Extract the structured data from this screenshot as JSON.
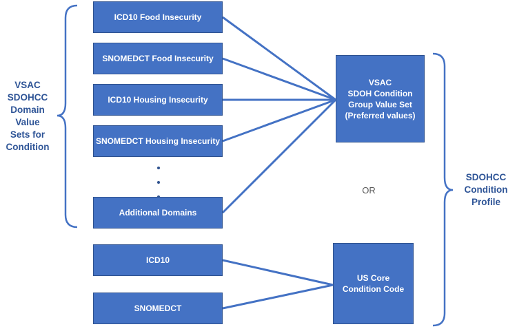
{
  "diagram": {
    "left_label": "VSAC\nSDOHCC\nDomain\nValue\nSets for\nCondition",
    "right_label": "SDOHCC\nCondition\nProfile",
    "or_label": "OR",
    "boxes": {
      "icd10_food": "ICD10 Food Insecurity",
      "snomed_food": "SNOMEDCT Food Insecurity",
      "icd10_housing": "ICD10 Housing Insecurity",
      "snomed_housing": "SNOMEDCT Housing Insecurity",
      "additional": "Additional Domains",
      "icd10": "ICD10",
      "snomed": "SNOMEDCT",
      "vsac_group": "VSAC\nSDOH Condition\nGroup Value Set\n(Preferred values)",
      "us_core": "US Core\nCondition Code"
    },
    "colors": {
      "box_fill": "#4472c4",
      "box_border": "#2f528f",
      "connector": "#4472c4",
      "label_text": "#2f5597",
      "bracket": "#4472c4"
    }
  }
}
